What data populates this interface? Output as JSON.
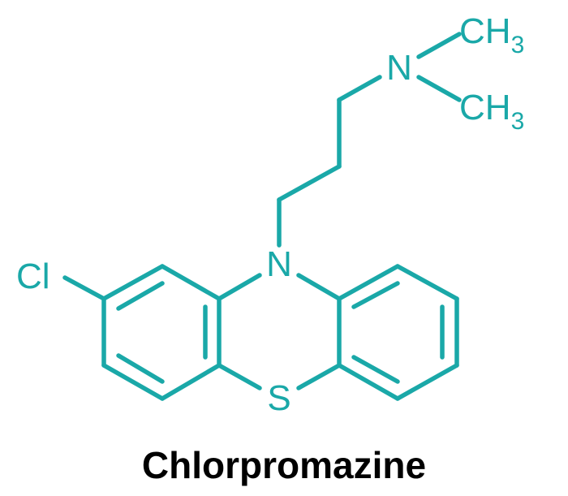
{
  "molecule": {
    "name": "Chlorpromazine",
    "bond_color": "#1aa8a8",
    "name_color": "#000000",
    "atoms": {
      "chlorine": "Cl",
      "ring_nitrogen": "N",
      "sulfur": "S",
      "amine_nitrogen": "N",
      "methyl_top": {
        "text": "CH",
        "subscript": "3"
      },
      "methyl_bottom": {
        "text": "CH",
        "subscript": "3"
      }
    }
  }
}
